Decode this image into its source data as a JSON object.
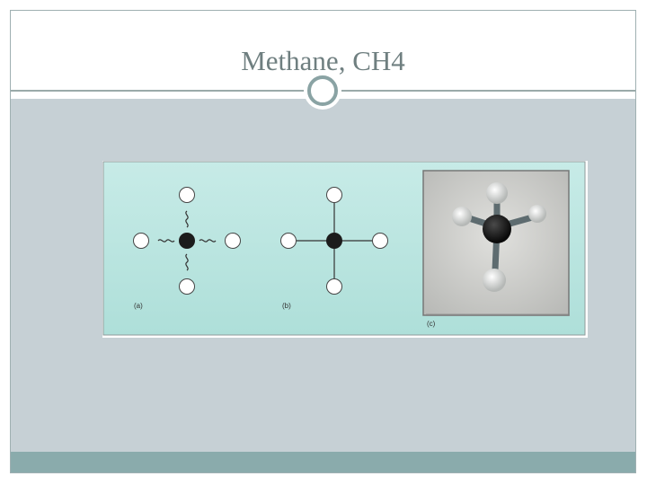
{
  "slide": {
    "title": "Methane, CH4"
  },
  "figure": {
    "panel_a_label": "(a)",
    "panel_b_label": "(b)",
    "panel_c_label": "(c)"
  },
  "colors": {
    "title_text": "#6f7f80",
    "body_background": "#c6d0d5",
    "footer_band": "#8aabac",
    "diagram_background": "#b9e2dd",
    "carbon_atom": "#1c1c1c",
    "hydrogen_atom": "#ffffff"
  }
}
